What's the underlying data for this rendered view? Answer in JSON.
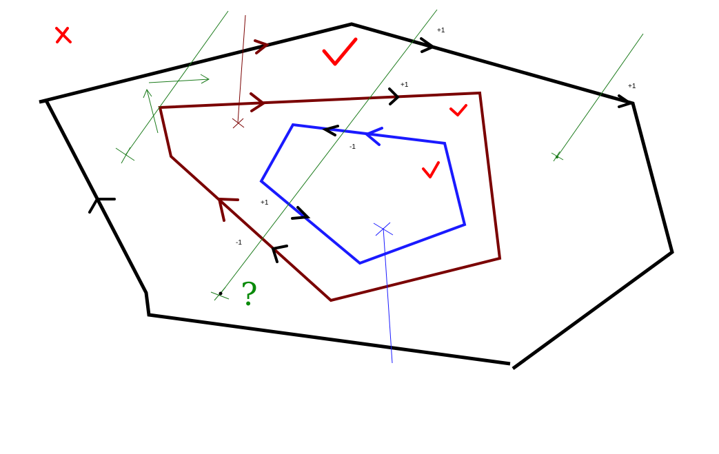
{
  "colors": {
    "outer_polygon": "#000000",
    "middle_polygon": "#7a0000",
    "inner_polygon": "#1a1aff",
    "ray_green": "#1a7a1a",
    "ray_maroon": "#7a0000",
    "ray_blue": "#1a1aff",
    "marks_red": "#ff0000",
    "question_green": "#0a8a0a",
    "background": "#ffffff"
  },
  "labels": {
    "plus1_a": "+1",
    "plus1_b": "+1",
    "plus1_c": "+1",
    "plus1_d": "+1",
    "minus1_a": "-1",
    "minus1_b": "-1",
    "question": "?"
  },
  "marks": {
    "cross": "cross-mark",
    "checks": [
      "check-mark",
      "check-mark",
      "check-mark"
    ]
  }
}
